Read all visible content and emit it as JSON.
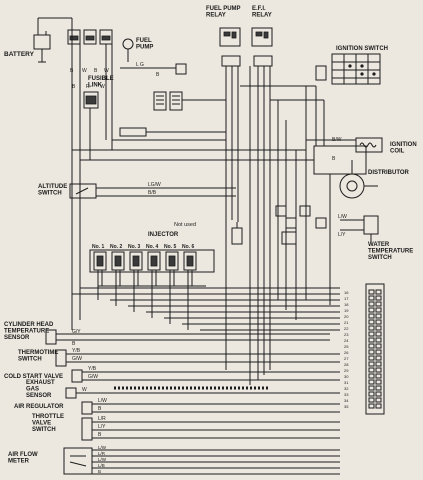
{
  "labels": {
    "battery": "BATTERY",
    "fuel_pump": "FUEL\nPUMP",
    "fusible_link": "FUSIBLE\nLINK",
    "fuel_pump_relay": "FUEL PUMP\nRELAY",
    "efi_relay": "E.F.I.\nRELAY",
    "ignition_switch": "IGNITION SWITCH",
    "ignition_coil": "IGNITION\nCOIL",
    "distributor": "DISTRIBUTOR",
    "altitude_switch": "ALTITUDE\nSWITCH",
    "not_used": "Not used",
    "injector": "INJECTOR",
    "water_temp_switch": "WATER\nTEMPERATURE\nSWITCH",
    "cylinder_head_sensor": "CYLINDER HEAD\nTEMPERATURE\nSENSOR",
    "thermotime_switch": "THERMOTIME\nSWITCH",
    "cold_start_valve": "COLD START VALVE",
    "exhaust_gas_sensor": "EXHAUST\nGAS\nSENSOR",
    "air_regulator": "AIR REGULATOR",
    "throttle_valve_switch": "THROTTLE\nVALVE\nSWITCH",
    "air_flow_meter": "AIR FLOW\nMETER"
  },
  "injectors": [
    "No. 1",
    "No. 2",
    "No. 3",
    "No. 4",
    "No. 5",
    "No. 6"
  ],
  "wire_codes": {
    "fuse_row1": [
      "B",
      "W",
      "B",
      "W"
    ],
    "fuse_row2": [
      "B",
      "R",
      "W"
    ],
    "pump_lg": "L G",
    "pump_b": "B",
    "alt_lgw": "LG/W",
    "alt_bb": "B/B",
    "coil_bw": "B/W",
    "coil_b": "B",
    "water_lw": "L/W",
    "water_ly": "L/Y",
    "cyl_gy": "G/Y",
    "cyl_b": "B",
    "thermo_yb": "Y/B",
    "thermo_gw": "G/W",
    "cold_yb": "Y/B",
    "cold_gw": "G/W",
    "exh_w": "W",
    "air_lw": "L/W",
    "air_b": "B",
    "thr_lr": "L/R",
    "thr_ly": "L/Y",
    "thr_b": "B",
    "afm1": "L/W",
    "afm2": "L/R",
    "afm3": "L/W",
    "afm4": "L/B",
    "afm5": "B"
  },
  "ecu_pins": [
    "16",
    "17",
    "18",
    "19",
    "20",
    "21",
    "22",
    "23",
    "24",
    "25",
    "26",
    "27",
    "28",
    "29",
    "30",
    "31",
    "32",
    "33",
    "34",
    "35"
  ]
}
